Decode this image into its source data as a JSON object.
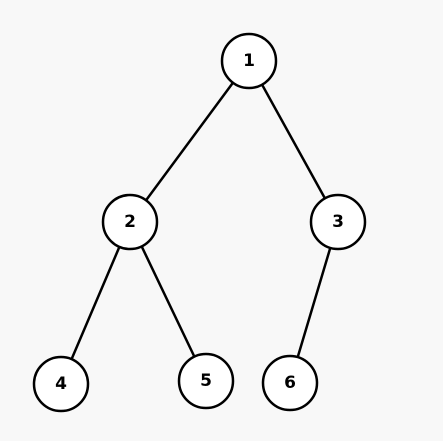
{
  "tree": {
    "nodes": [
      {
        "id": "1",
        "label": "1"
      },
      {
        "id": "2",
        "label": "2"
      },
      {
        "id": "3",
        "label": "3"
      },
      {
        "id": "4",
        "label": "4"
      },
      {
        "id": "5",
        "label": "5"
      },
      {
        "id": "6",
        "label": "6"
      }
    ],
    "edges": [
      {
        "from": "1",
        "to": "2"
      },
      {
        "from": "1",
        "to": "3"
      },
      {
        "from": "2",
        "to": "4"
      },
      {
        "from": "2",
        "to": "5"
      },
      {
        "from": "3",
        "to": "6"
      }
    ]
  },
  "colors": {
    "background": "#f8f8f8",
    "stroke": "#000000",
    "node_fill": "#ffffff"
  }
}
